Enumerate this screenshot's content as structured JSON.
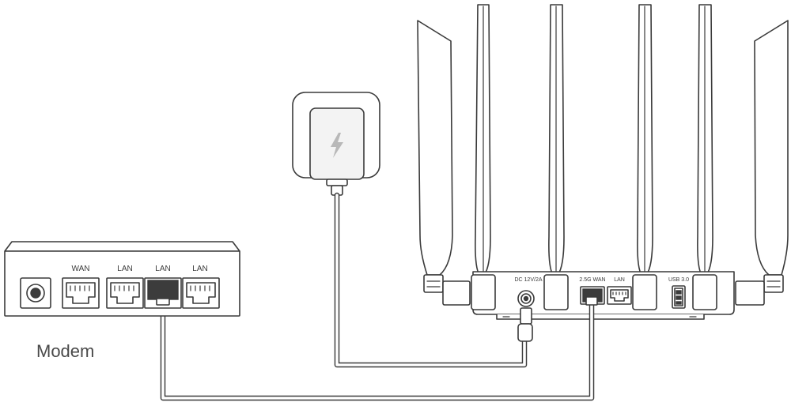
{
  "modem": {
    "label": "Modem",
    "ports": [
      "WAN",
      "LAN",
      "LAN",
      "LAN"
    ]
  },
  "router": {
    "ports": {
      "power": "DC 12V/2A",
      "wan": "2.5G WAN",
      "lan": "LAN",
      "usb": "USB 3.0"
    }
  },
  "colors": {
    "line": "#3a3a3a",
    "background": "#ffffff",
    "bolt": "#b8b8b8"
  },
  "icons": [
    "power-adapter-icon",
    "lightning-bolt-icon",
    "ethernet-port-icon",
    "usb-port-icon"
  ]
}
